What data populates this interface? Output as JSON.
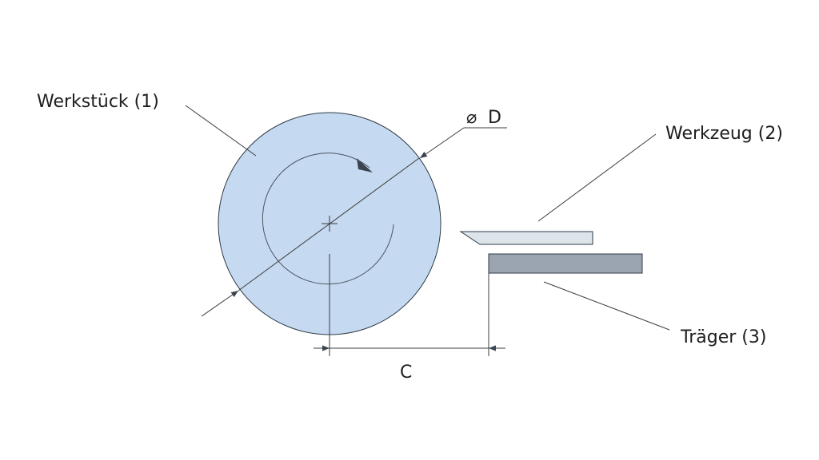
{
  "labels": {
    "workpiece": "Werkstück (1)",
    "tool": "Werkzeug (2)",
    "carrier": "Träger (3)",
    "diameter_symbol": "⌀",
    "diameter": "D",
    "distance": "C"
  },
  "colors": {
    "workpiece_fill": "#c5d9f0",
    "tool_fill": "#dde4ea",
    "carrier_fill": "#9aa5b1",
    "outline": "#2f3a46",
    "arrow": "#3a4450"
  }
}
